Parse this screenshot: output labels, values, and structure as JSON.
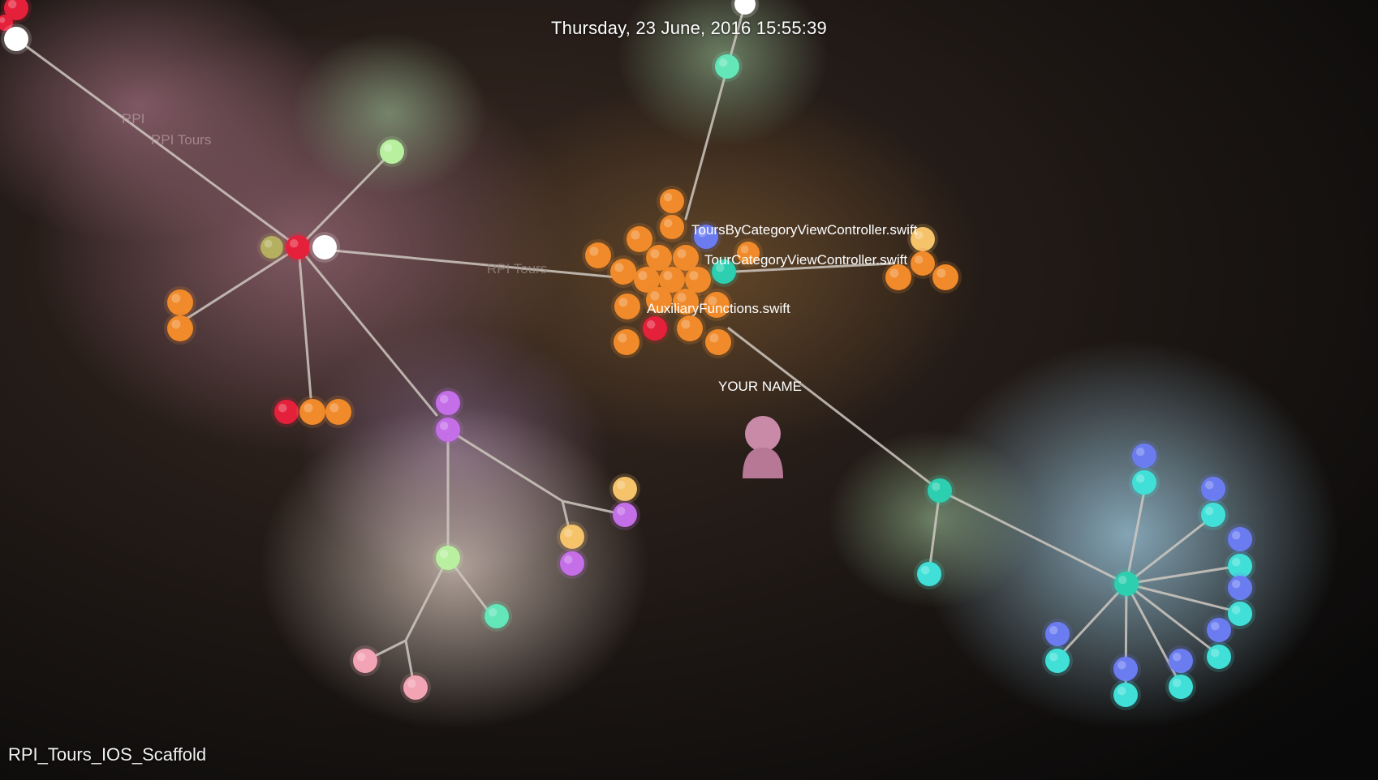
{
  "visualization": {
    "timestamp": "Thursday, 23 June, 2016 15:55:39",
    "repository": "RPI_Tours_IOS_Scaffold",
    "user": "YOUR NAME",
    "dir_labels": {
      "rpi": "RPI",
      "rpi_tours_top": "RPI Tours",
      "rpi_tours_mid": "RPI Tours"
    },
    "file_labels": {
      "tours_by_category": "ToursByCategoryViewController.swift",
      "tour_category": "TourCategoryViewController.swift",
      "auxiliary": "AuxiliaryFunctions.swift"
    },
    "colors": {
      "background": "#0b0b0b",
      "edge": "#cfc8c0",
      "orange": "#f08a2a",
      "red": "#e5203a",
      "white": "#ffffff",
      "olive": "#b5b060",
      "light_green": "#b8f0a0",
      "mint": "#63e6b8",
      "teal": "#2ccfb0",
      "cyan": "#40e0d8",
      "blue": "#6b7cf0",
      "violet": "#c46ee8",
      "pink": "#f3a4b4",
      "gold": "#f4c36a",
      "user": "#c88aa6"
    }
  }
}
